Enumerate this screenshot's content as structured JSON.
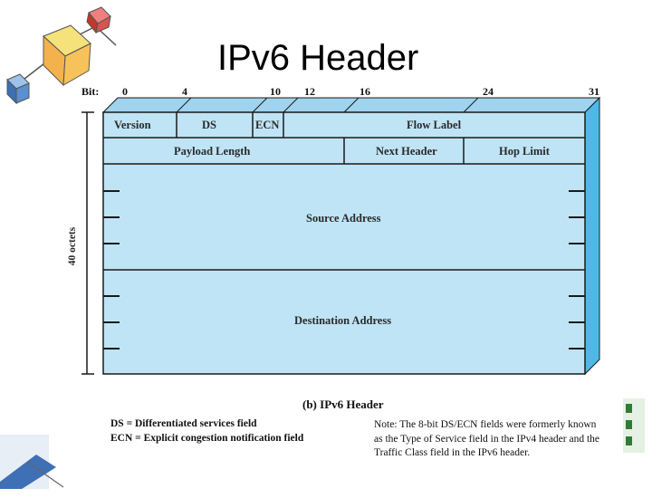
{
  "slide_title": "IPv6 Header",
  "bit_label": "Bit:",
  "bit_marks": [
    "0",
    "4",
    "10",
    "12",
    "16",
    "24",
    "31"
  ],
  "fields": {
    "version": "Version",
    "ds": "DS",
    "ecn": "ECN",
    "flow_label": "Flow Label",
    "payload_length": "Payload Length",
    "next_header": "Next Header",
    "hop_limit": "Hop Limit",
    "source_address": "Source Address",
    "destination_address": "Destination Address"
  },
  "side_label": "40 octets",
  "caption": "(b) IPv6 Header",
  "legend": [
    "DS = Differentiated services field",
    "ECN = Explicit congestion notification field"
  ],
  "note": "Note: The 8-bit DS/ECN fields were formerly known as the Type of Service field in the IPv4 header and the Traffic Class field in the IPv6 header.",
  "colors": {
    "field_fill": "#bfe4f6",
    "field_top": "#9fd3ee",
    "field_side": "#4eb9e8",
    "stroke": "#1a1a1a"
  },
  "icons": [
    "cube-cluster-icon",
    "corner-decoration-icon",
    "dice-decoration-icon"
  ]
}
